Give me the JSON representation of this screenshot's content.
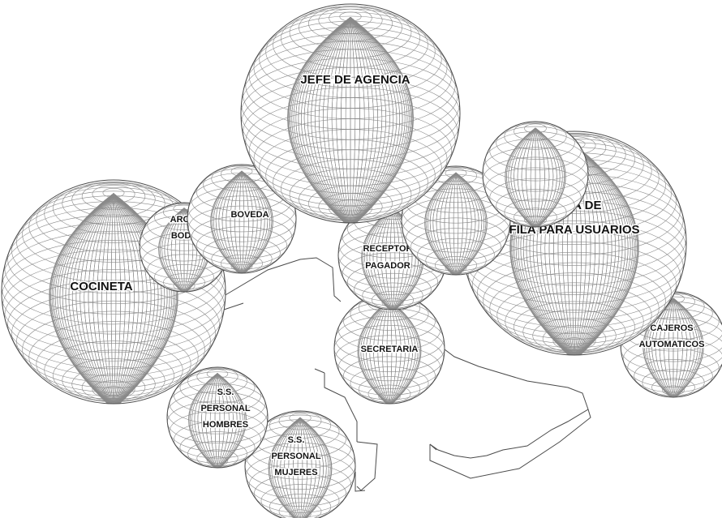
{
  "diagram": {
    "colors": {
      "background": "#ffffff",
      "mesh": "#8a8a8a",
      "outline": "#4a4a4a",
      "label": "#111111"
    },
    "spaces": [
      {
        "id": "cajeros-automaticos",
        "lines": [
          "CAJEROS",
          "AUTOMATICOS"
        ]
      },
      {
        "id": "s-s-personal-mujeres",
        "lines": [
          "S.S.",
          "PERSONAL",
          "MUJERES"
        ]
      },
      {
        "id": "s-s-personal-hombres",
        "lines": [
          "S.S.",
          "PERSONAL",
          "HOMBRES"
        ]
      },
      {
        "id": "secretaria",
        "lines": [
          "SECRETARIA"
        ]
      },
      {
        "id": "area-de-fila-para-usuarios",
        "lines": [
          "AREA DE",
          "FILA PARA USUARIOS"
        ]
      },
      {
        "id": "receptor-pagador",
        "lines": [
          "RECEPTOR",
          "PAGADOR"
        ]
      },
      {
        "id": "unlabeled-sphere-behind-receptor",
        "lines": []
      },
      {
        "id": "unlabeled-sphere-behind-fila",
        "lines": []
      },
      {
        "id": "cocineta",
        "lines": [
          "COCINETA"
        ]
      },
      {
        "id": "archivo-bodega",
        "lines": [
          "ARCHIVO",
          "BODEGA"
        ]
      },
      {
        "id": "boveda",
        "lines": [
          "BOVEDA"
        ]
      },
      {
        "id": "jefe-de-agencia",
        "lines": [
          "JEFE DE AGENCIA"
        ]
      }
    ]
  }
}
